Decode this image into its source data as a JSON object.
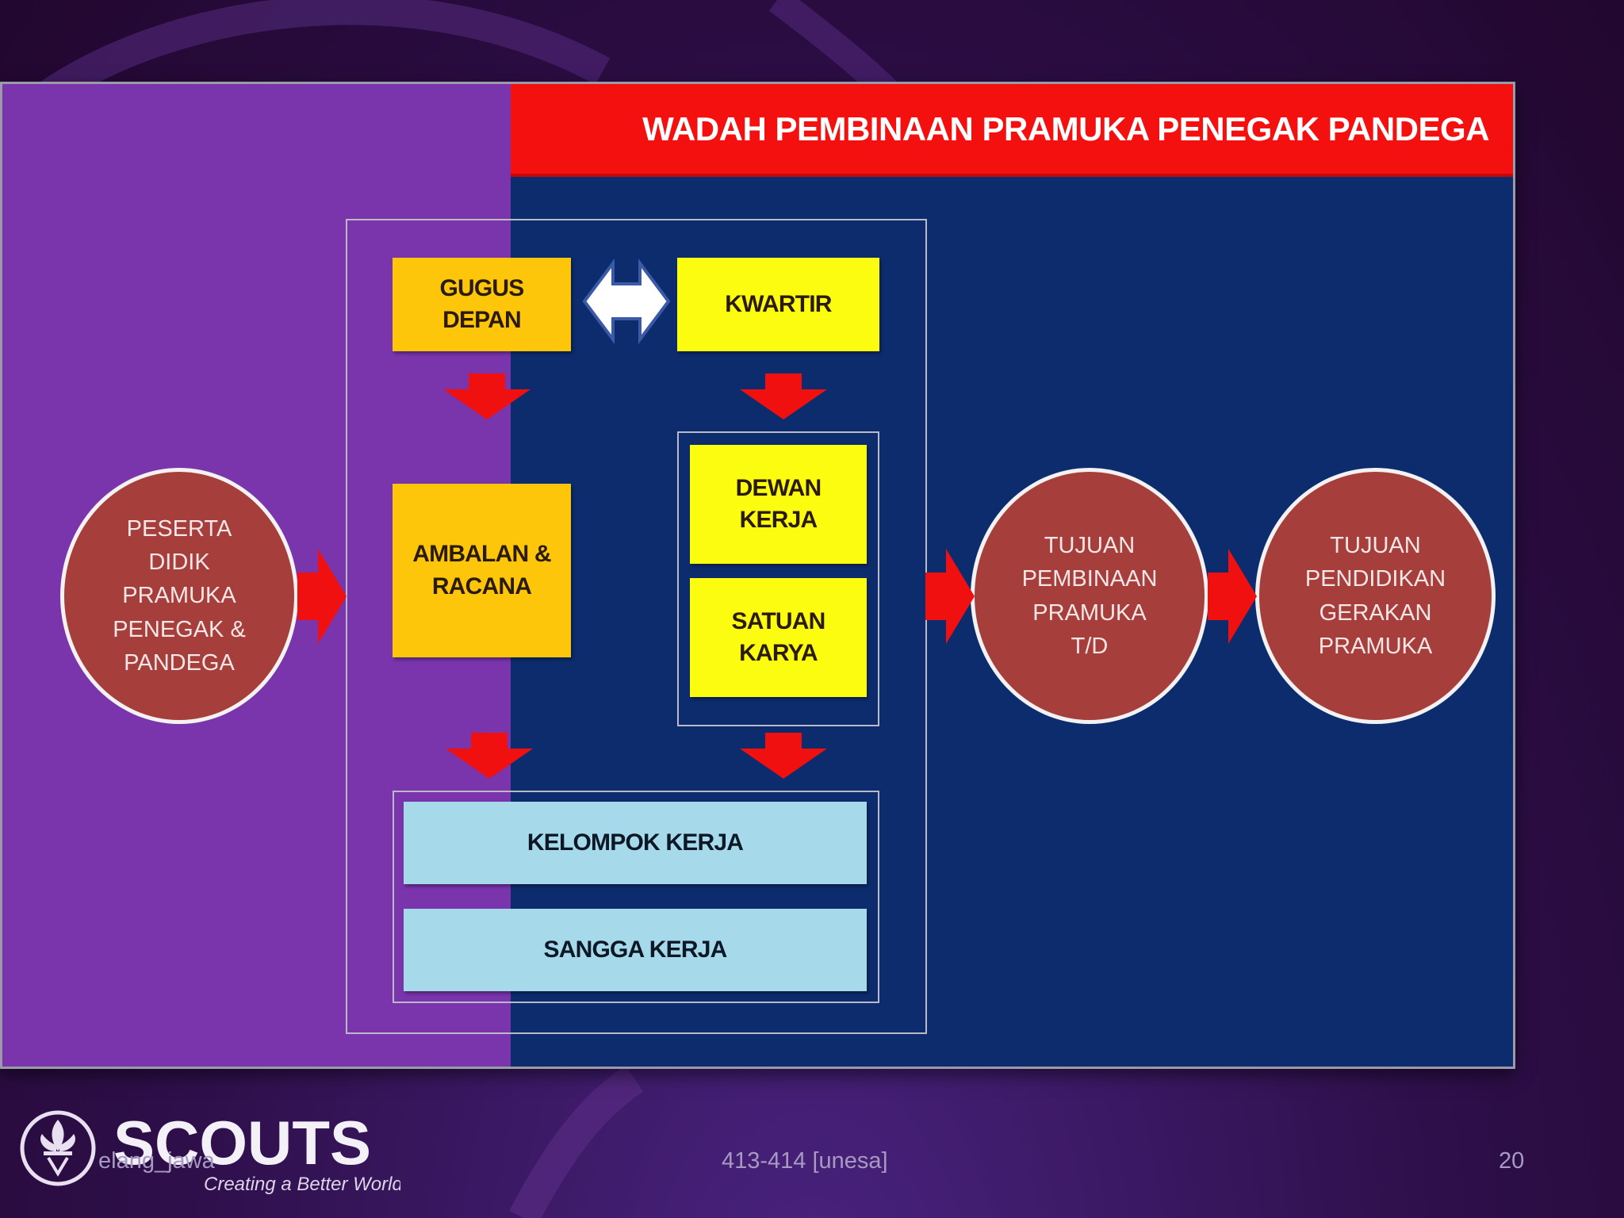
{
  "title": "WADAH PEMBINAAN PRAMUKA PENEGAK PANDEGA",
  "nodes": {
    "gugus_depan": "GUGUS\nDEPAN",
    "kwartir": "KWARTIR",
    "ambalan_racana": "AMBALAN &\nRACANA",
    "dewan_kerja": "DEWAN\nKERJA",
    "satuan_karya": "SATUAN\nKARYA",
    "kelompok_kerja": "KELOMPOK KERJA",
    "sangga_kerja": "SANGGA KERJA",
    "peserta_didik": "PESERTA\nDIDIK\nPRAMUKA\nPENEGAK &\nPANDEGA",
    "tujuan_pembinaan": "TUJUAN\nPEMBINAAN\nPRAMUKA\nT/D",
    "tujuan_pendidikan": "TUJUAN\nPENDIDIKAN\nGERAKAN\nPRAMUKA"
  },
  "footer": {
    "author": "elang_jawa",
    "course": "413-414 [unesa]",
    "page_number": "20"
  },
  "logo": {
    "brand": "SCOUTS",
    "tagline": "Creating a Better World",
    "icon": "fleur-de-lis-icon"
  },
  "colors": {
    "title_bar": "#f51010",
    "left_panel": "#7a35ad",
    "right_panel": "#0d2c6e",
    "orange_box": "#fec60b",
    "yellow_box": "#fcfc10",
    "blue_box": "#a6daeb",
    "circle": "#a63e3c",
    "arrow": "#f01010"
  }
}
